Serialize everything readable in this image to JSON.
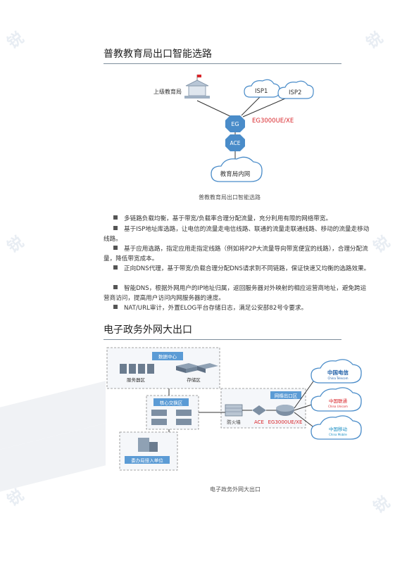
{
  "section1": {
    "title": "普教教育局出口智能选路",
    "diagram": {
      "upper_bureau": "上级教育局",
      "isp1": "ISP1",
      "isp2": "ISP2",
      "eg": "EG",
      "eg_model": "EG3000UE/XE",
      "ace": "ACE",
      "intranet": "教育局内网"
    },
    "caption": "普教教育局出口智能选路",
    "paragraphs": [
      "多链路负载均衡，基于带宽/负载率合理分配流量，充分利用有限的网络带宽。",
      "基于ISP地址库选路，让电信的流量走电信线路、联通的流量走联通线路、移动的流量走移动线路。",
      "基于应用选路，指定应用走指定线路（例如将P2P大流量导向带宽便宜的线路），合理分配流量，降低带宽成本。",
      "正向DNS代理，基于带宽/负载合理分配DNS请求到不同链路，保证快速又均衡的选路效果。",
      "智能DNS，根据外网用户的IP地址归属，返回服务器对外映射的相应运营商地址，避免跨运营商访问，提高用户访问内网服务器的速度。",
      "NAT/URL审计，外置ELOG平台存储日志，满足公安部82号令要求。"
    ]
  },
  "section2": {
    "title": "电子政务外网大出口",
    "diagram": {
      "datacenter": "数据中心",
      "server_area": "服务器区",
      "storage_area": "存储区",
      "core_switch": "核心交换区",
      "commission": "委办局接入单位",
      "firewall": "防火墙",
      "ace": "ACE",
      "eg_model": "EG3000UE/XE",
      "egress_area": "网络出口区",
      "telecom_cn": "中国电信",
      "telecom_en": "China Telecom",
      "unicom_cn": "中国联通",
      "unicom_en": "China Unicom",
      "mobile_cn": "中国移动",
      "mobile_en": "China Mobile"
    },
    "caption": "电子政务外网大出口"
  },
  "colors": {
    "accent_red": "#d9262b",
    "node_blue": "#4a8cc9",
    "frame_blue": "#5b9bd5"
  }
}
